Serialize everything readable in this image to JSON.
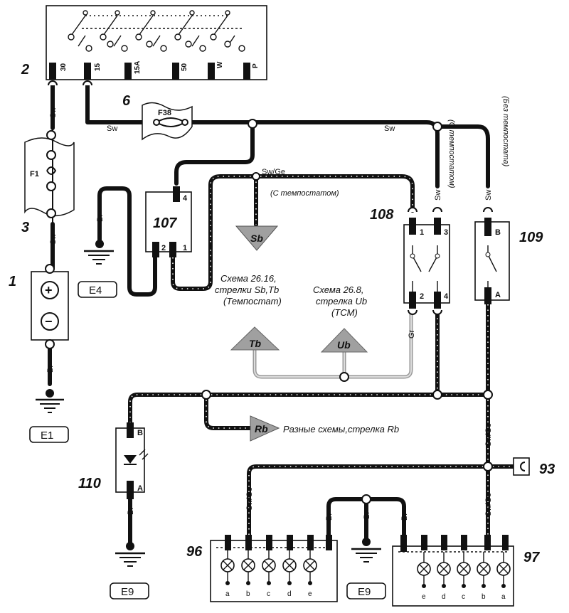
{
  "components": {
    "ignition_switch": {
      "number": "2",
      "terminals": [
        "30",
        "15",
        "15A",
        "50",
        "W",
        "P"
      ]
    },
    "terminal_15_ref": {
      "number": "6"
    },
    "fuse_f38": {
      "label": "F38"
    },
    "fuse_f1": {
      "label": "F1",
      "number": "3"
    },
    "battery": {
      "number": "1",
      "plus": "+",
      "minus": "−"
    },
    "relay_107": {
      "number": "107",
      "pins": [
        "4",
        "2",
        "1"
      ]
    },
    "switch_108": {
      "number": "108",
      "pins": [
        "1",
        "3",
        "2",
        "4"
      ]
    },
    "switch_109": {
      "number": "109",
      "pins": [
        "B",
        "A"
      ]
    },
    "lamp_110": {
      "number": "110",
      "pins": [
        "B",
        "A"
      ]
    },
    "connector_93": {
      "number": "93"
    },
    "lamp_block_96": {
      "number": "96",
      "pins": [
        "a",
        "b",
        "c",
        "d",
        "e"
      ]
    },
    "lamp_block_97": {
      "number": "97",
      "pins": [
        "e",
        "d",
        "c",
        "b",
        "a"
      ]
    }
  },
  "wires": {
    "sw": "Sw",
    "br": "Br",
    "gr": "Gr",
    "sw_ge": "Sw/Ge",
    "sw_ge_note": "(С темпостатом)",
    "with_tempostat": "(С темпостатом)",
    "without_tempostat": "(Без темпостата)"
  },
  "grounds": {
    "e1": "E1",
    "e4": "E4",
    "e9_left": "E9",
    "e9_mid": "E9"
  },
  "arrows": {
    "sb": "Sb",
    "tb": "Tb",
    "ub": "Ub",
    "rb": "Rb"
  },
  "notes": {
    "n2616_l1": "Схема 26.16,",
    "n2616_l2": "стрелки Sb,Tb",
    "n2616_l3": "(Темпостат)",
    "n268_l1": "Схема 26.8,",
    "n268_l2": "стрелка Ub",
    "n268_l3": "(TCM)",
    "rb_note": "Разные схемы,стрелка Rb"
  },
  "colors": {
    "wire": "#111111",
    "grey_wire": "#999999",
    "arrow_fill": "#a0a0a0"
  }
}
